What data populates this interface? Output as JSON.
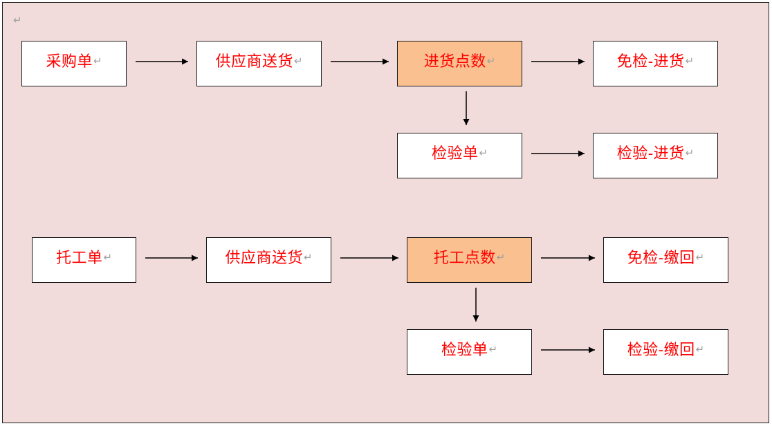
{
  "page": {
    "background": "#f2dcdb",
    "paragraph_mark": "↵"
  },
  "diagram": {
    "colors": {
      "text": "#ff0000",
      "box_fill": "#ffffff",
      "highlight_fill": "#fac090",
      "border": "#1a1a1a",
      "mark": "#a0a0a0"
    },
    "flows": [
      {
        "id": "purchase",
        "nodes": [
          {
            "id": "purchase-order",
            "label": "采购单"
          },
          {
            "id": "supplier-delivery-1",
            "label": "供应商送货"
          },
          {
            "id": "receiving-count",
            "label": "进货点数",
            "highlight": true
          },
          {
            "id": "exempt-receiving",
            "label": "免检-进货"
          },
          {
            "id": "inspection-sheet-1",
            "label": "检验单"
          },
          {
            "id": "inspected-receiving",
            "label": "检验-进货"
          }
        ],
        "edges": [
          [
            "purchase-order",
            "supplier-delivery-1"
          ],
          [
            "supplier-delivery-1",
            "receiving-count"
          ],
          [
            "receiving-count",
            "exempt-receiving"
          ],
          [
            "receiving-count",
            "inspection-sheet-1"
          ],
          [
            "inspection-sheet-1",
            "inspected-receiving"
          ]
        ]
      },
      {
        "id": "outsourcing",
        "nodes": [
          {
            "id": "outsourcing-order",
            "label": "托工单"
          },
          {
            "id": "supplier-delivery-2",
            "label": "供应商送货"
          },
          {
            "id": "outsourcing-count",
            "label": "托工点数",
            "highlight": true
          },
          {
            "id": "exempt-return",
            "label": "免检-缴回"
          },
          {
            "id": "inspection-sheet-2",
            "label": "检验单"
          },
          {
            "id": "inspected-return",
            "label": "检验-缴回"
          }
        ],
        "edges": [
          [
            "outsourcing-order",
            "supplier-delivery-2"
          ],
          [
            "supplier-delivery-2",
            "outsourcing-count"
          ],
          [
            "outsourcing-count",
            "exempt-return"
          ],
          [
            "outsourcing-count",
            "inspection-sheet-2"
          ],
          [
            "inspection-sheet-2",
            "inspected-return"
          ]
        ]
      }
    ]
  }
}
